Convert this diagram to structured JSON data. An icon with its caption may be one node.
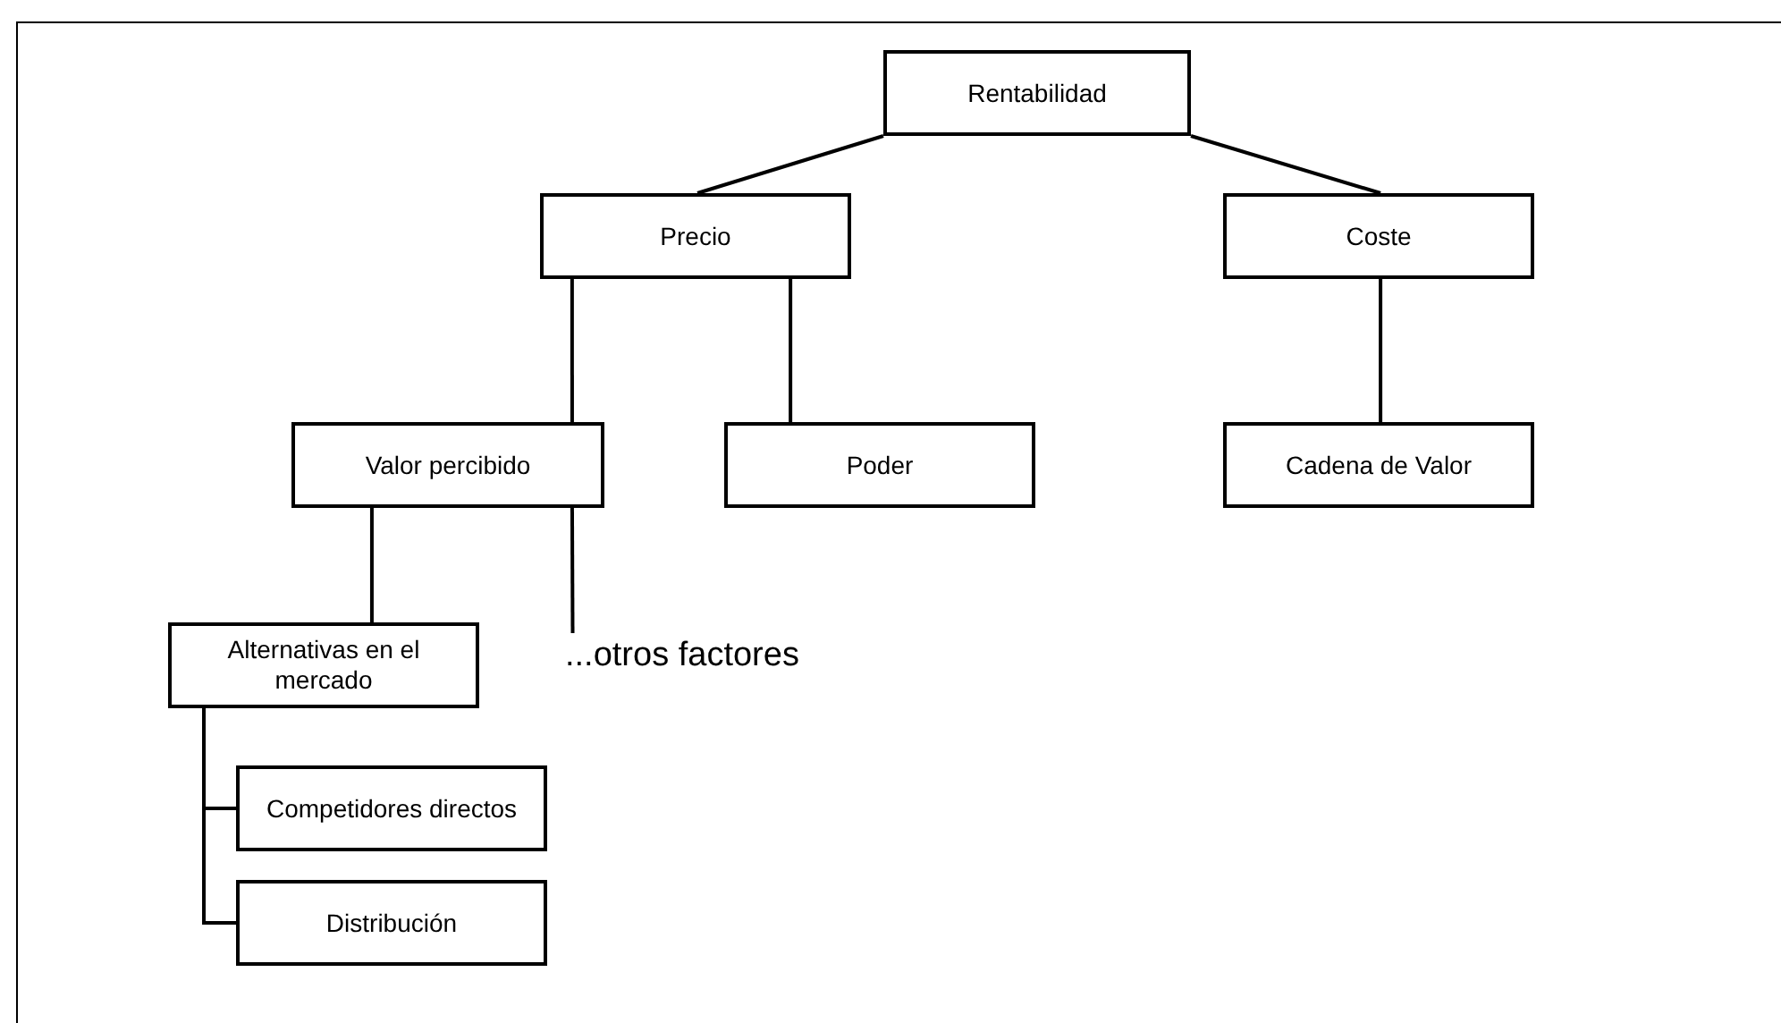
{
  "diagram": {
    "nodes": [
      {
        "text": [
          "Rentabilidad"
        ]
      },
      {
        "text": [
          "Precio"
        ]
      },
      {
        "text": [
          "Coste"
        ]
      },
      {
        "text": [
          "Valor percibido"
        ]
      },
      {
        "text": [
          "Poder"
        ]
      },
      {
        "text": [
          "Cadena de Valor"
        ]
      },
      {
        "text": [
          "Alternativas en el mercado"
        ]
      },
      {
        "text": [
          "...otros factores"
        ]
      },
      {
        "text": [
          "Competidores directos"
        ]
      },
      {
        "text": [
          "Distribución"
        ]
      }
    ],
    "edges": [
      {
        "from": 0,
        "to": 1,
        "arrow": "none"
      },
      {
        "from": 0,
        "to": 2,
        "arrow": "none"
      },
      {
        "from": 1,
        "to": 3,
        "arrow": "none"
      },
      {
        "from": 1,
        "to": 4,
        "arrow": "none"
      },
      {
        "from": 2,
        "to": 5,
        "arrow": "none"
      },
      {
        "from": 3,
        "to": 6,
        "arrow": "none"
      },
      {
        "from": 3,
        "to": 7,
        "arrow": "none"
      },
      {
        "from": 6,
        "to": 8,
        "arrow": "none"
      },
      {
        "from": 6,
        "to": 9,
        "arrow": "none"
      }
    ]
  }
}
